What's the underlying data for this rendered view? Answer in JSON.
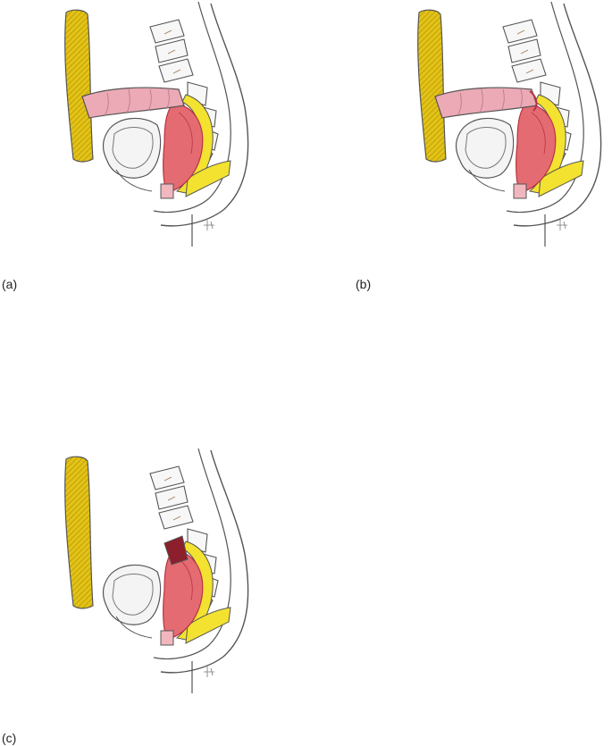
{
  "captions": {
    "a": "(a)",
    "b": "(b)",
    "c": "(c)"
  },
  "colors": {
    "fat": "#e2c316",
    "fat_stripe": "#b8960a",
    "colon": "#ecaab6",
    "rectum": "#e46b72",
    "rectum_dark": "#b9323f",
    "stoma_stump": "#8c1f2b",
    "yellow_tissue": "#f3e230",
    "outline": "#555555",
    "bone": "#f4f4f4"
  },
  "panels": [
    {
      "id": "a",
      "variant": "intact colon"
    },
    {
      "id": "b",
      "variant": "anastomosis"
    },
    {
      "id": "c",
      "variant": "stump"
    }
  ]
}
